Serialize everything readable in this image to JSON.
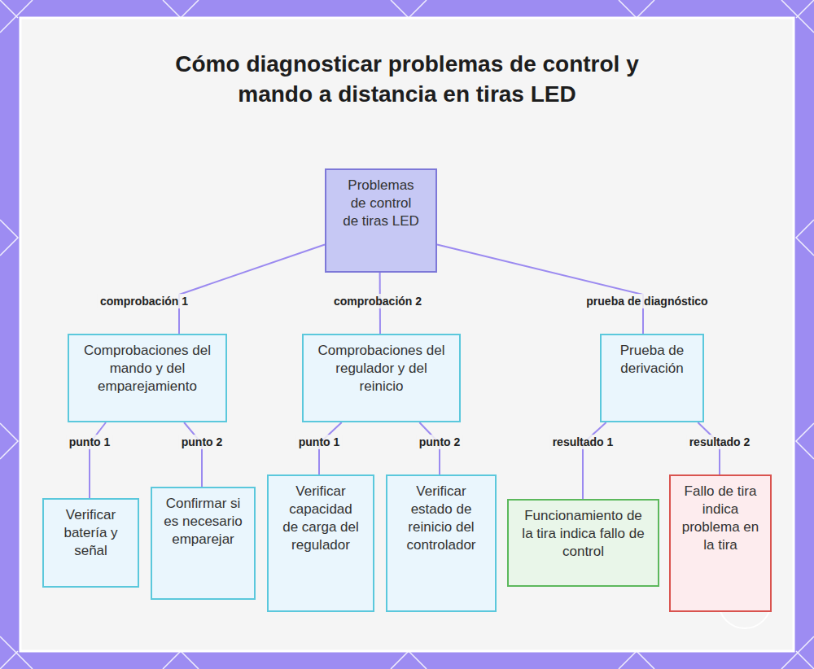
{
  "diagram": {
    "title": "Cómo diagnosticar problemas de control y mando a distancia en tiras LED",
    "nodes": [
      {
        "text": [
          "Problemas de control de tiras LED"
        ]
      },
      {
        "text": [
          "Comprobaciones del mando y del emparejamiento"
        ]
      },
      {
        "text": [
          "Comprobaciones del regulador y del reinicio"
        ]
      },
      {
        "text": [
          "Prueba de derivación"
        ]
      },
      {
        "text": [
          "Verificar batería y señal"
        ]
      },
      {
        "text": [
          "Confirmar si es necesario emparejar"
        ]
      },
      {
        "text": [
          "Verificar capacidad de carga del regulador"
        ]
      },
      {
        "text": [
          "Verificar estado de reinicio del controlador"
        ]
      },
      {
        "text": [
          "Funcionamiento de la tira indica fallo de control"
        ]
      },
      {
        "text": [
          "Fallo de tira indica problema en la tira"
        ]
      }
    ],
    "edges": [
      {
        "from": 0,
        "to": 1,
        "label": "comprobación 1",
        "arrow": "none"
      },
      {
        "from": 0,
        "to": 2,
        "label": "comprobación 2",
        "arrow": "none"
      },
      {
        "from": 0,
        "to": 3,
        "label": "prueba de diagnóstico",
        "arrow": "none"
      },
      {
        "from": 1,
        "to": 4,
        "label": "punto 1",
        "arrow": "none"
      },
      {
        "from": 1,
        "to": 5,
        "label": "punto 2",
        "arrow": "none"
      },
      {
        "from": 2,
        "to": 6,
        "label": "punto 1",
        "arrow": "none"
      },
      {
        "from": 2,
        "to": 7,
        "label": "punto 2",
        "arrow": "none"
      },
      {
        "from": 3,
        "to": 8,
        "label": "resultado 1",
        "arrow": "none"
      },
      {
        "from": 3,
        "to": 9,
        "label": "resultado 2",
        "arrow": "none"
      }
    ]
  }
}
